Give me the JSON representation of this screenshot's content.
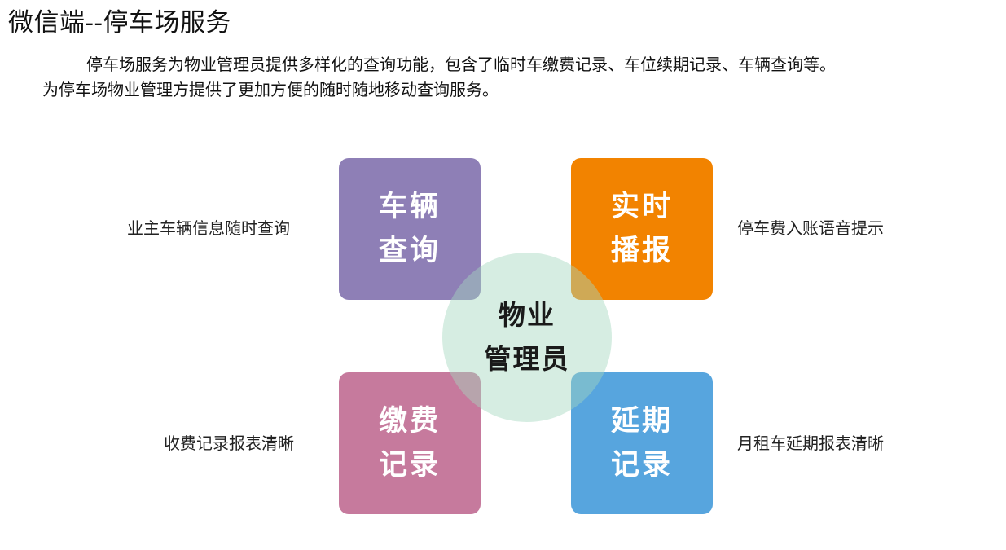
{
  "title": "微信端--停车场服务",
  "intro": {
    "line1": "停车场服务为物业管理员提供多样化的查询功能，包含了临时车缴费记录、车位续期记录、车辆查询等。",
    "line2": "为停车场物业管理方提供了更加方便的随时随地移动查询服务。"
  },
  "diagram": {
    "center": {
      "line1": "物业",
      "line2": "管理员",
      "color": "rgba(163,214,190,0.45)"
    },
    "tiles": [
      {
        "line1": "车辆",
        "line2": "查询",
        "color": "#8e7fb6",
        "label": "业主车辆信息随时查询"
      },
      {
        "line1": "实时",
        "line2": "播报",
        "color": "#f28300",
        "label": "停车费入账语音提示"
      },
      {
        "line1": "缴费",
        "line2": "记录",
        "color": "#c67a9d",
        "label": "收费记录报表清晰"
      },
      {
        "line1": "延期",
        "line2": "记录",
        "color": "#57a5de",
        "label": "月租车延期报表清晰"
      }
    ]
  }
}
